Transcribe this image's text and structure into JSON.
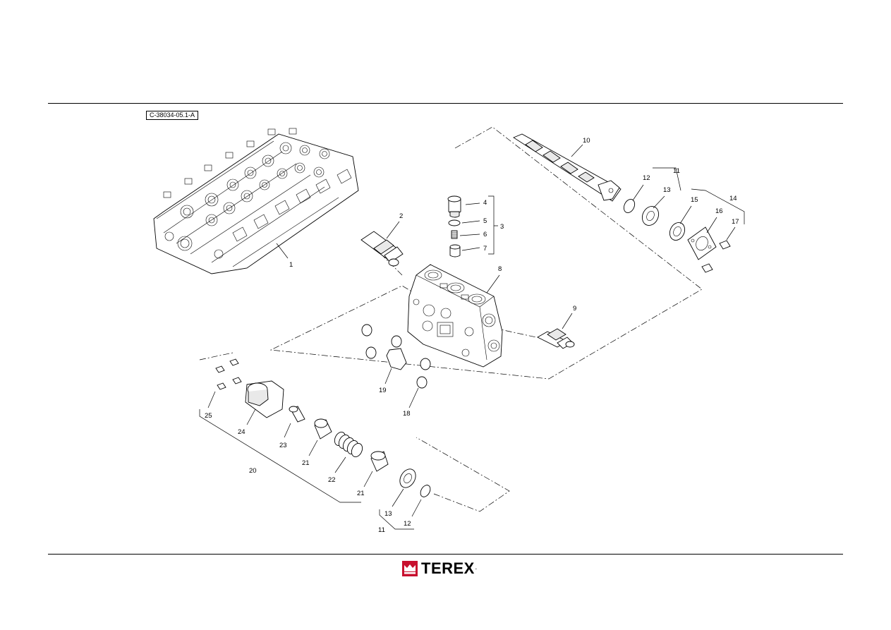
{
  "figure_id": "C-38034-05.1-A",
  "brand": {
    "name": "TEREX",
    "mark": "."
  },
  "callouts": {
    "c1": "1",
    "c2": "2",
    "c3": "3",
    "c4": "4",
    "c5": "5",
    "c6": "6",
    "c7": "7",
    "c8": "8",
    "c9": "9",
    "c10": "10",
    "c11a": "11",
    "c12a": "12",
    "c13a": "13",
    "c14": "14",
    "c15": "15",
    "c16": "16",
    "c17": "17",
    "c18": "18",
    "c19": "19",
    "c20": "20",
    "c21a": "21",
    "c22": "22",
    "c21b": "21",
    "c23": "23",
    "c24": "24",
    "c25": "25",
    "c13b": "13",
    "c12b": "12",
    "c11b": "11"
  }
}
